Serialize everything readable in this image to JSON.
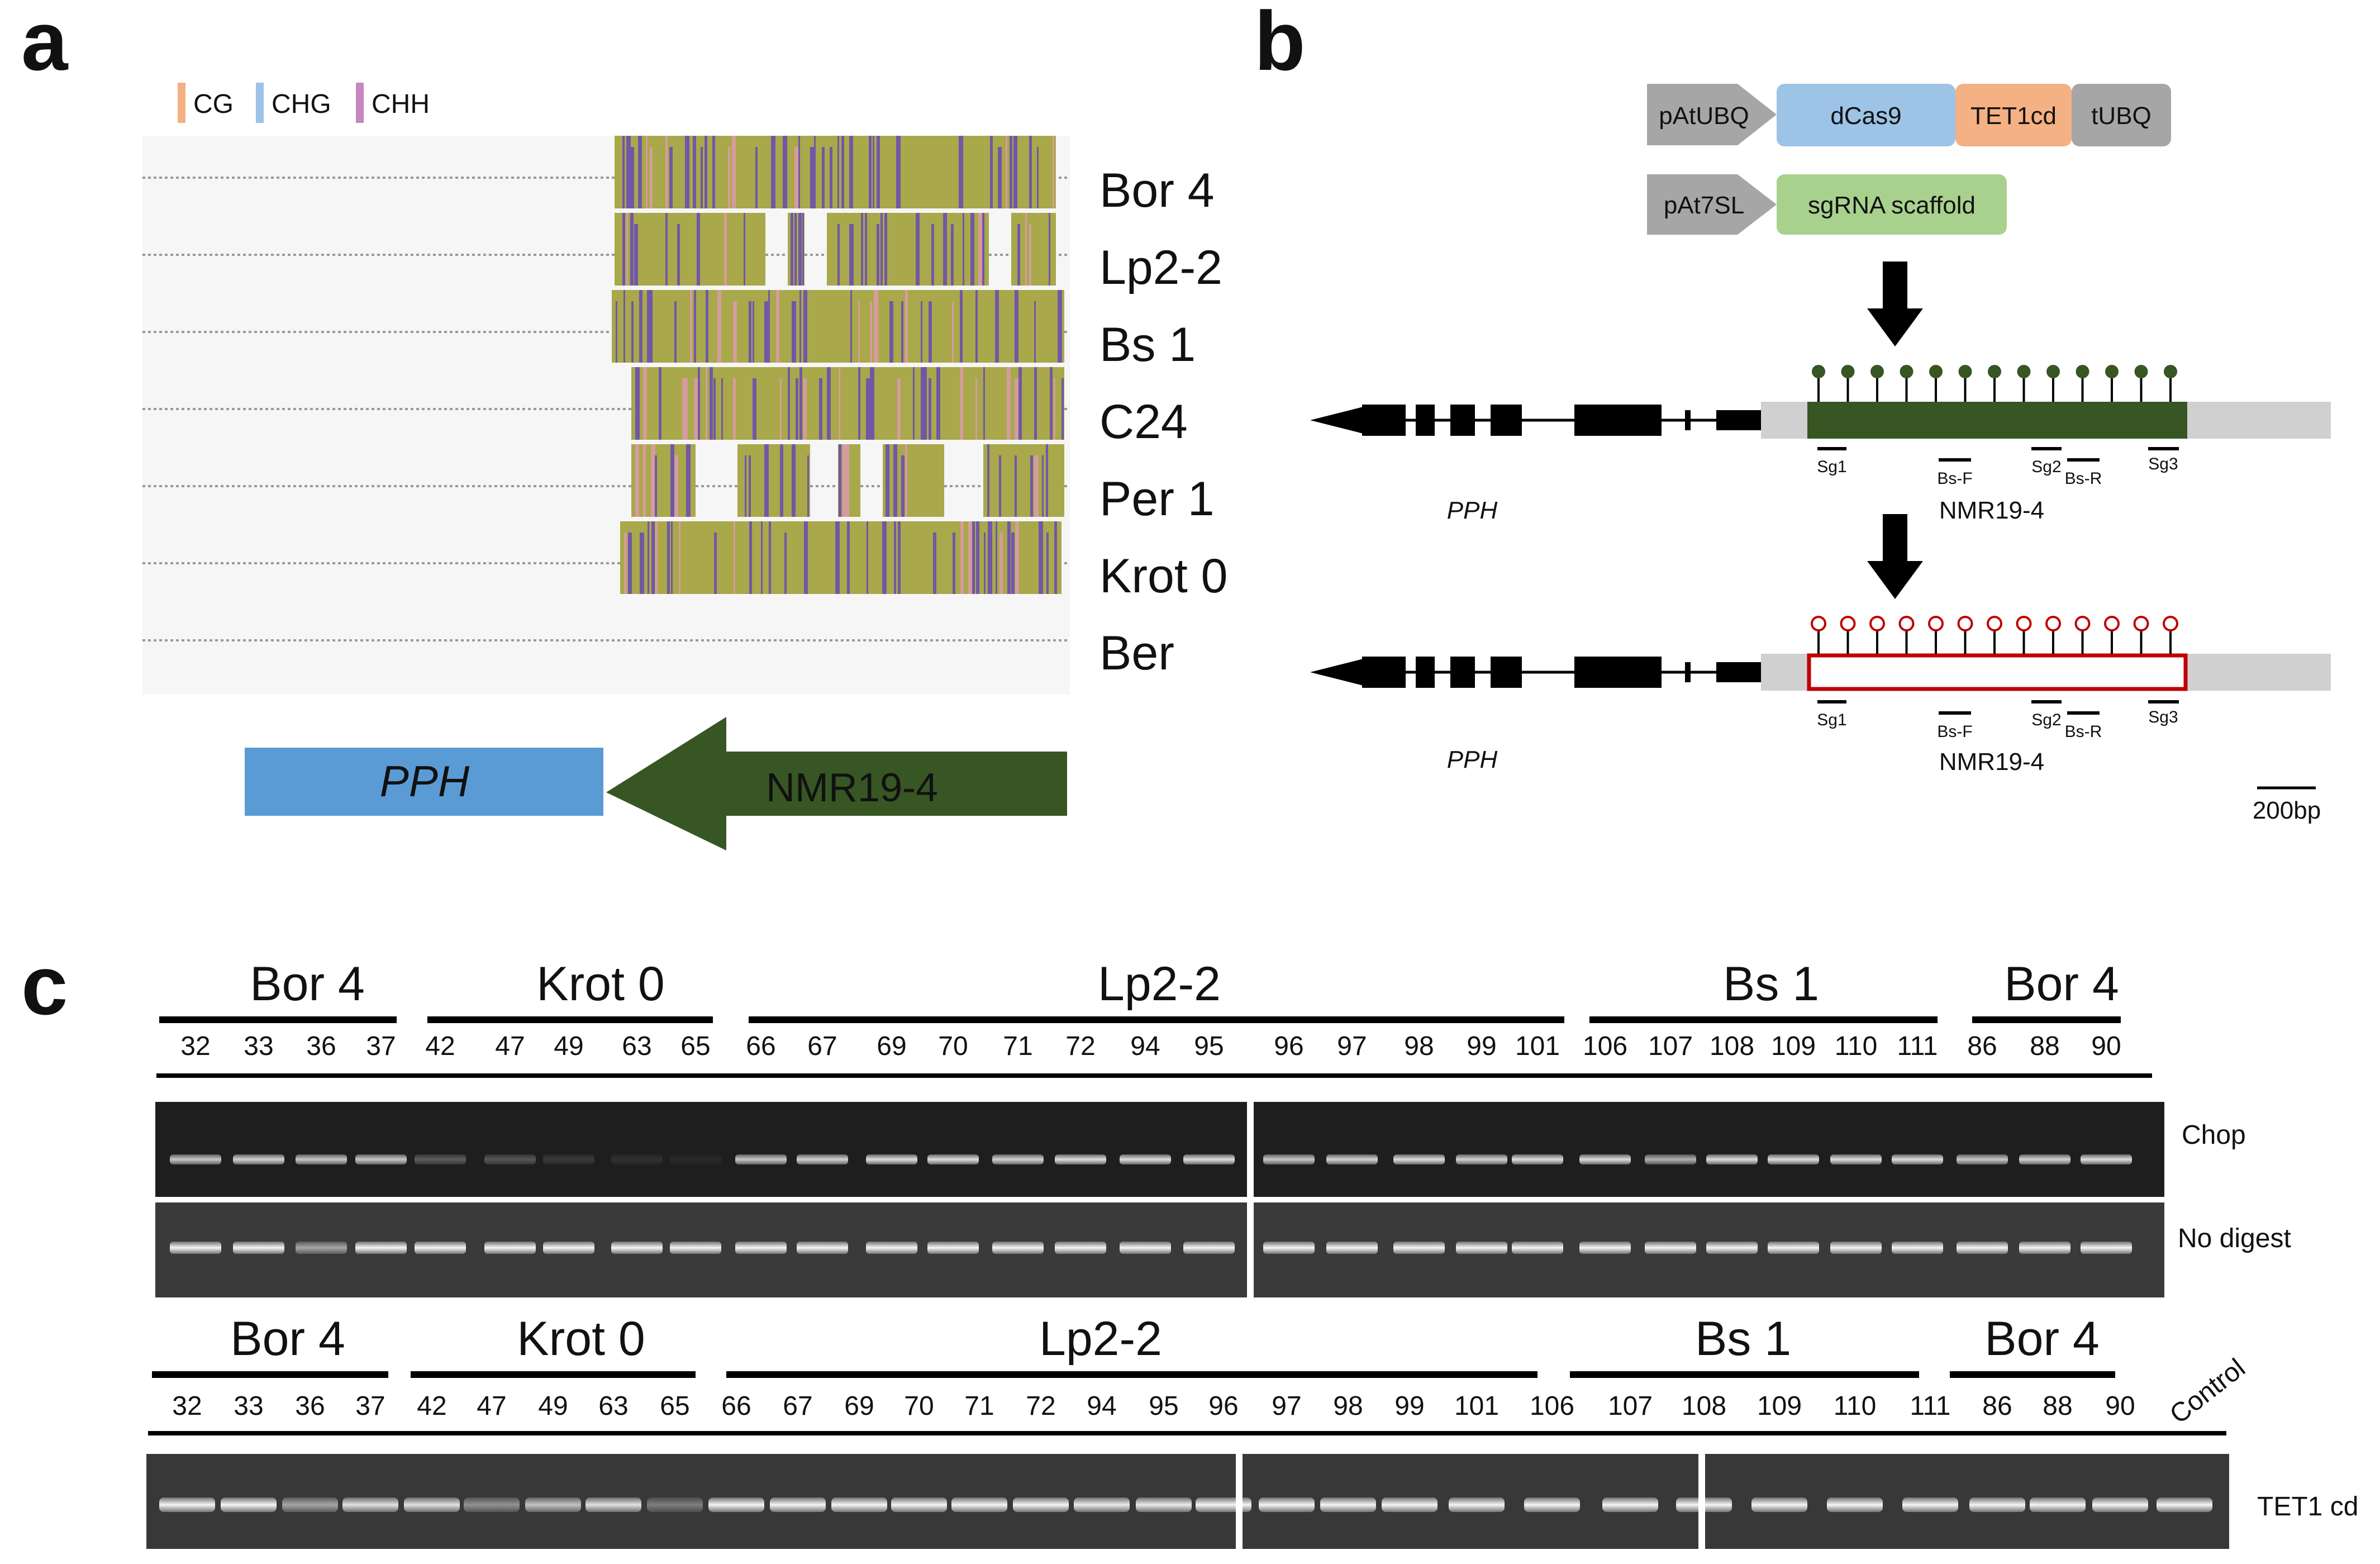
{
  "panel_a": {
    "label": "a",
    "legend": [
      {
        "label": "CG",
        "color": "#f4b183"
      },
      {
        "label": "CHG",
        "color": "#9dc3e6"
      },
      {
        "label": "CHH",
        "color": "#c785c0"
      }
    ],
    "accessions": [
      "Bor 4",
      "Lp2-2",
      "Bs 1",
      "C24",
      "Per 1",
      "Krot 0",
      "Ber"
    ],
    "gene_label": "PPH",
    "element_label": "NMR19-4",
    "colors": {
      "track_fill": "#f6f6f6",
      "pph": "#5b9bd5",
      "nmr": "#375623",
      "olive": "#a9a84a",
      "purple": "#6a4fb0",
      "pink": "#d99aa6"
    }
  },
  "panel_b": {
    "label": "b",
    "construct1": {
      "promoter": "pAtUBQ",
      "parts": [
        "dCas9",
        "TET1cd",
        "tUBQ"
      ]
    },
    "construct2": {
      "promoter": "pAt7SL",
      "parts": [
        "sgRNA scaffold"
      ]
    },
    "gene_label": "PPH",
    "element_label": "NMR19-4",
    "markers": {
      "sg1": "Sg1",
      "bsf": "Bs-F",
      "sg2": "Sg2",
      "bsr": "Bs-R",
      "sg3": "Sg3"
    },
    "scale_bar": "200bp",
    "colors": {
      "dcas9": "#9dc3e6",
      "tet1": "#f4b183",
      "tubq": "#a6a6a6",
      "sgrna": "#a9d18e",
      "promoter": "#a6a6a6",
      "methylated": "#375623",
      "unmethylated": "#c00000",
      "flank": "#d0d0d0"
    }
  },
  "panel_c": {
    "label": "c",
    "gel1": {
      "groups": [
        "Bor 4",
        "Krot 0",
        "Lp2-2",
        "Bs 1",
        "Bor 4"
      ],
      "lanes": [
        "32",
        "33",
        "36",
        "37",
        "42",
        "47",
        "49",
        "63",
        "65",
        "66",
        "67",
        "69",
        "70",
        "71",
        "72",
        "94",
        "95",
        "96",
        "97",
        "98",
        "99",
        "101",
        "106",
        "107",
        "108",
        "109",
        "110",
        "111",
        "86",
        "88",
        "90"
      ],
      "highlight_lane": "65",
      "highlight_color": "#e02020",
      "row_labels": [
        "Chop",
        "No digest"
      ]
    },
    "gel2": {
      "groups": [
        "Bor 4",
        "Krot 0",
        "Lp2-2",
        "Bs 1",
        "Bor 4"
      ],
      "lanes": [
        "32",
        "33",
        "36",
        "37",
        "42",
        "47",
        "49",
        "63",
        "65",
        "66",
        "67",
        "69",
        "70",
        "71",
        "72",
        "94",
        "95",
        "96",
        "97",
        "98",
        "99",
        "101",
        "106",
        "107",
        "108",
        "109",
        "110",
        "111",
        "86",
        "88",
        "90",
        "Control"
      ],
      "row_label": "TET1 cd"
    }
  }
}
